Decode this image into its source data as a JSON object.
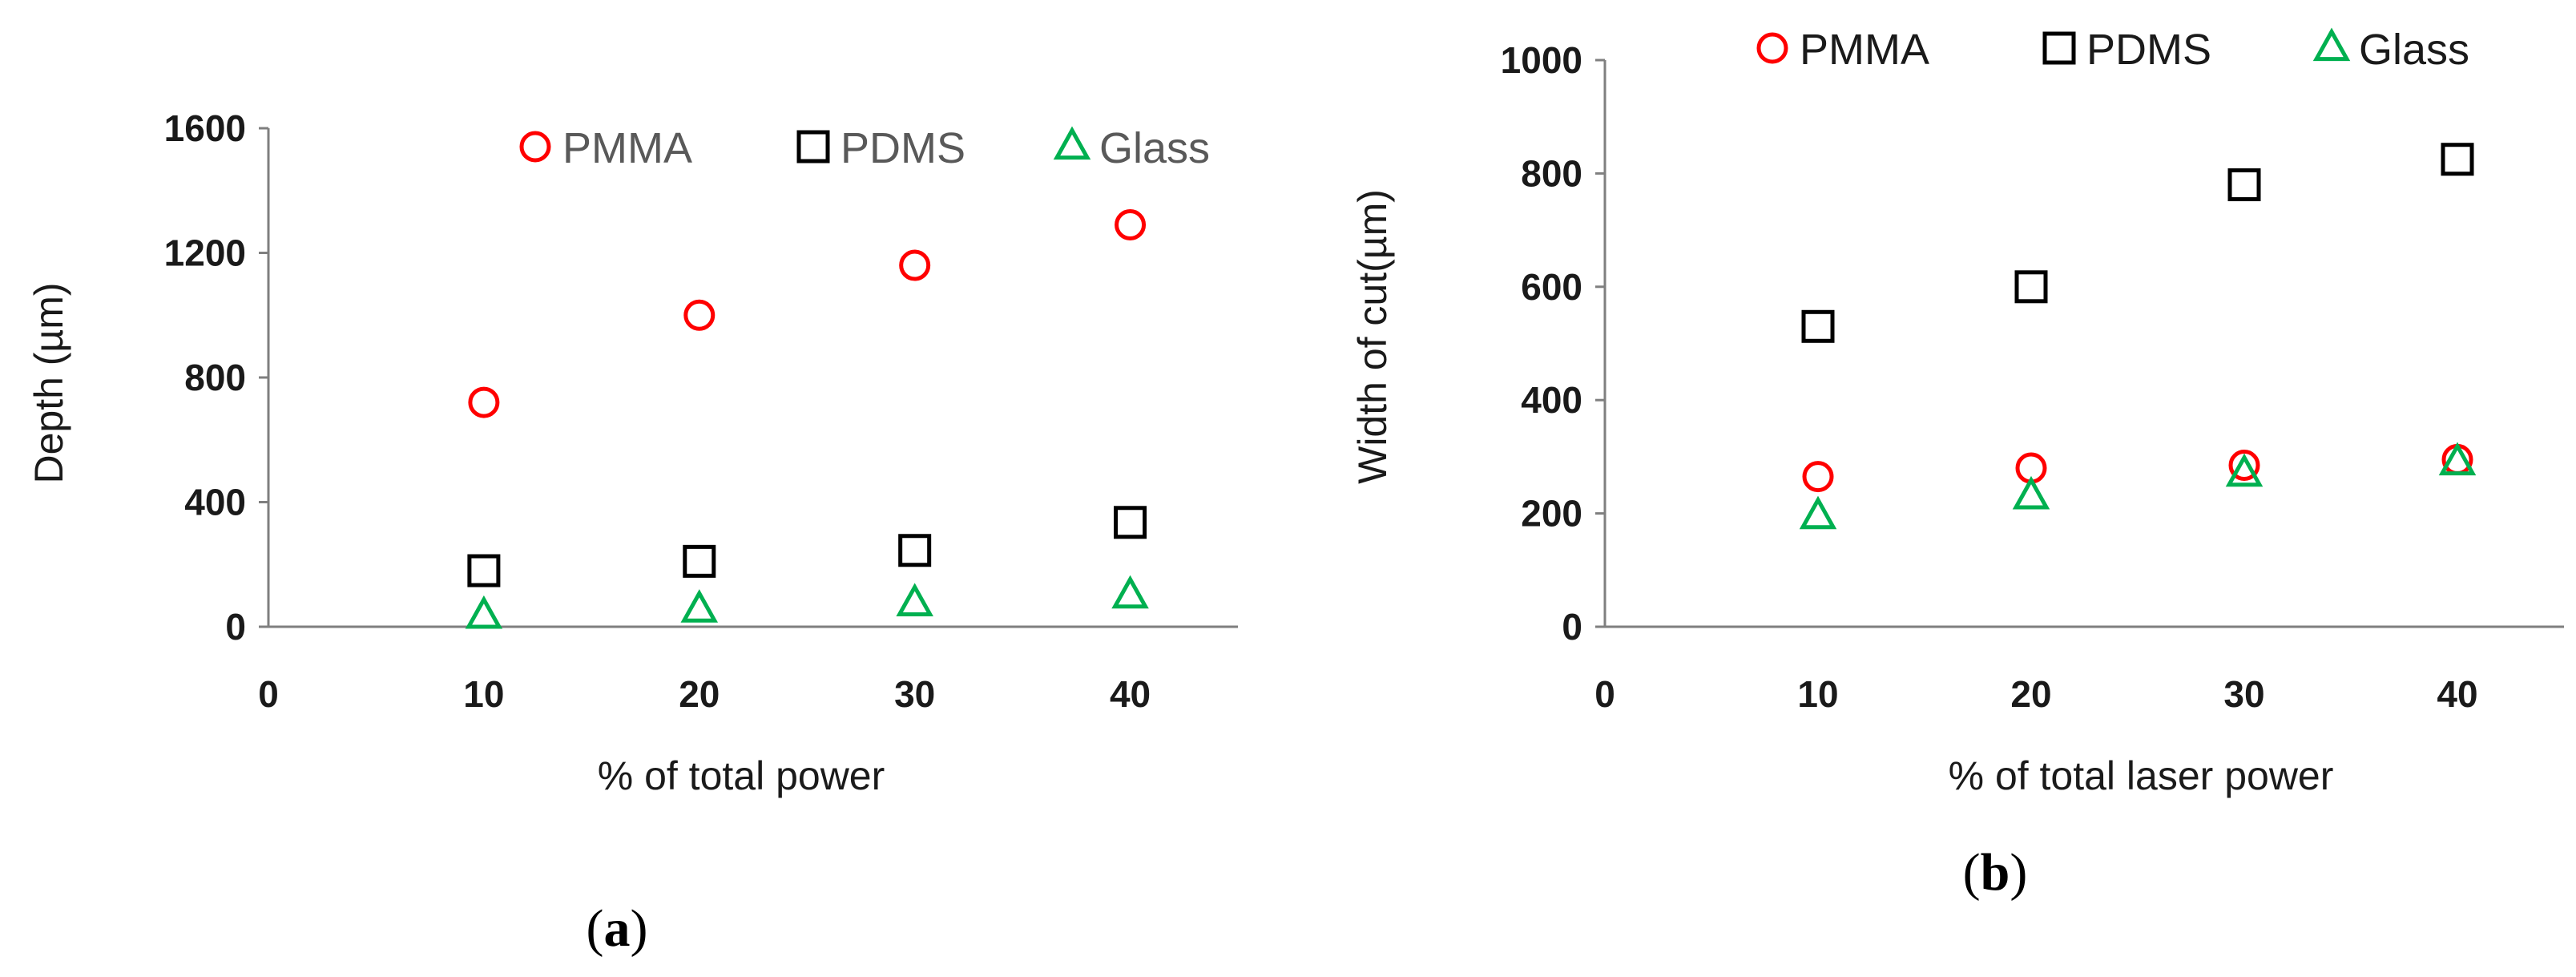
{
  "chart_data": [
    {
      "type": "scatter",
      "panel_label": "a",
      "xlabel": "% of total power",
      "ylabel": "Depth (µm)",
      "xlim": [
        0,
        45
      ],
      "ylim": [
        0,
        1600
      ],
      "xticks": [
        "0",
        "10",
        "20",
        "30",
        "40"
      ],
      "yticks": [
        "0",
        "400",
        "800",
        "1200",
        "1600"
      ],
      "legend_position": "top",
      "series": [
        {
          "name": "PMMA",
          "marker": "circle",
          "color": "#ff0000",
          "x": [
            10,
            20,
            30,
            40
          ],
          "y": [
            720,
            1000,
            1160,
            1290
          ]
        },
        {
          "name": "PDMS",
          "marker": "square",
          "color": "#000000",
          "x": [
            10,
            20,
            30,
            40
          ],
          "y": [
            180,
            210,
            245,
            335
          ]
        },
        {
          "name": "Glass",
          "marker": "triangle",
          "color": "#00b050",
          "x": [
            10,
            20,
            30,
            40
          ],
          "y": [
            35,
            55,
            75,
            100
          ]
        }
      ]
    },
    {
      "type": "scatter",
      "panel_label": "b",
      "xlabel": "% of total laser power",
      "ylabel": "Width of cut(µm)",
      "xlim": [
        0,
        45
      ],
      "ylim": [
        0,
        1000
      ],
      "xticks": [
        "0",
        "10",
        "20",
        "30",
        "40"
      ],
      "yticks": [
        "0",
        "200",
        "400",
        "600",
        "800",
        "1000"
      ],
      "legend_position": "top",
      "series": [
        {
          "name": "PMMA",
          "marker": "circle",
          "color": "#ff0000",
          "x": [
            10,
            20,
            30,
            40
          ],
          "y": [
            265,
            280,
            285,
            295
          ]
        },
        {
          "name": "PDMS",
          "marker": "square",
          "color": "#000000",
          "x": [
            10,
            20,
            30,
            40
          ],
          "y": [
            530,
            600,
            780,
            825
          ]
        },
        {
          "name": "Glass",
          "marker": "triangle",
          "color": "#00b050",
          "x": [
            10,
            20,
            30,
            40
          ],
          "y": [
            195,
            230,
            270,
            290
          ]
        }
      ]
    }
  ]
}
